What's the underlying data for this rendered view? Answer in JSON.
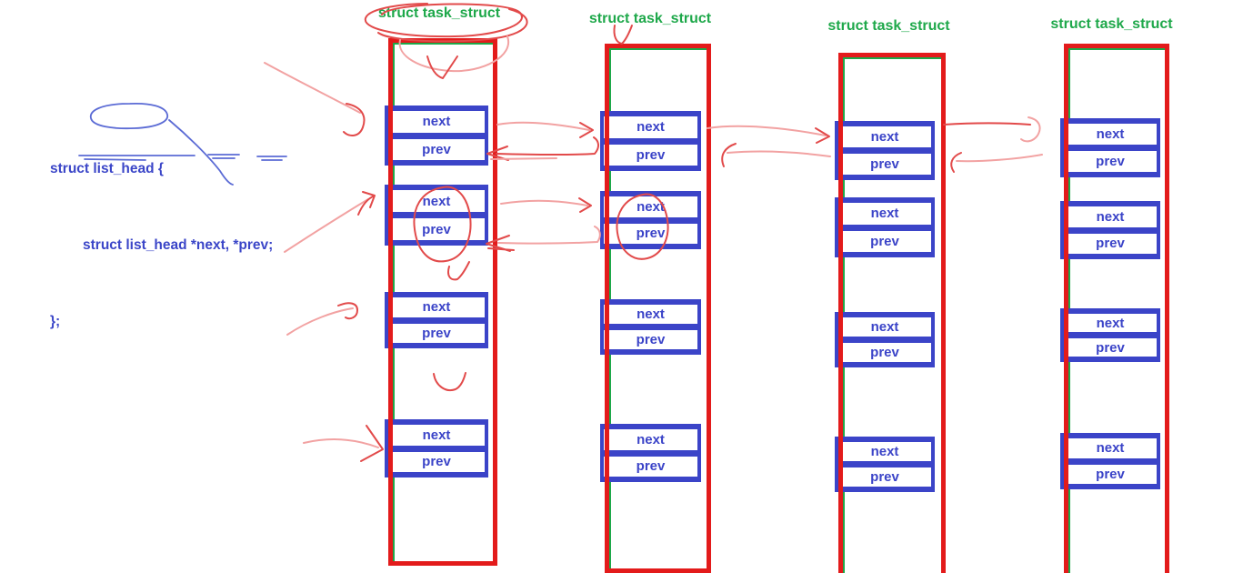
{
  "code": {
    "line1": "struct list_head {",
    "line2": "struct list_head *next, *prev;",
    "line3": "};"
  },
  "columns": [
    {
      "header": "struct task_struct",
      "rows": [
        {
          "next": "next",
          "prev": "prev"
        },
        {
          "next": "next",
          "prev": "prev"
        },
        {
          "next": "next",
          "prev": "prev"
        },
        {
          "next": "next",
          "prev": "prev"
        }
      ]
    },
    {
      "header": "struct task_struct",
      "rows": [
        {
          "next": "next",
          "prev": "prev"
        },
        {
          "next": "next",
          "prev": "prev"
        },
        {
          "next": "next",
          "prev": "prev"
        },
        {
          "next": "next",
          "prev": "prev"
        }
      ]
    },
    {
      "header": "struct task_struct",
      "rows": [
        {
          "next": "next",
          "prev": "prev"
        },
        {
          "next": "next",
          "prev": "prev"
        },
        {
          "next": "next",
          "prev": "prev"
        },
        {
          "next": "next",
          "prev": "prev"
        }
      ]
    },
    {
      "header": "struct task_struct",
      "rows": [
        {
          "next": "next",
          "prev": "prev"
        },
        {
          "next": "next",
          "prev": "prev"
        },
        {
          "next": "next",
          "prev": "prev"
        },
        {
          "next": "next",
          "prev": "prev"
        }
      ]
    }
  ],
  "colors": {
    "green_text_and_rect": "#1ea84a",
    "blue_text_and_boxes": "#3b44c8",
    "red_rect": "#e31b1b",
    "red_annotation": "#e24a4a",
    "pale_red_annotation": "#f2a2a2",
    "blue_annotation": "#5b6bd5"
  }
}
